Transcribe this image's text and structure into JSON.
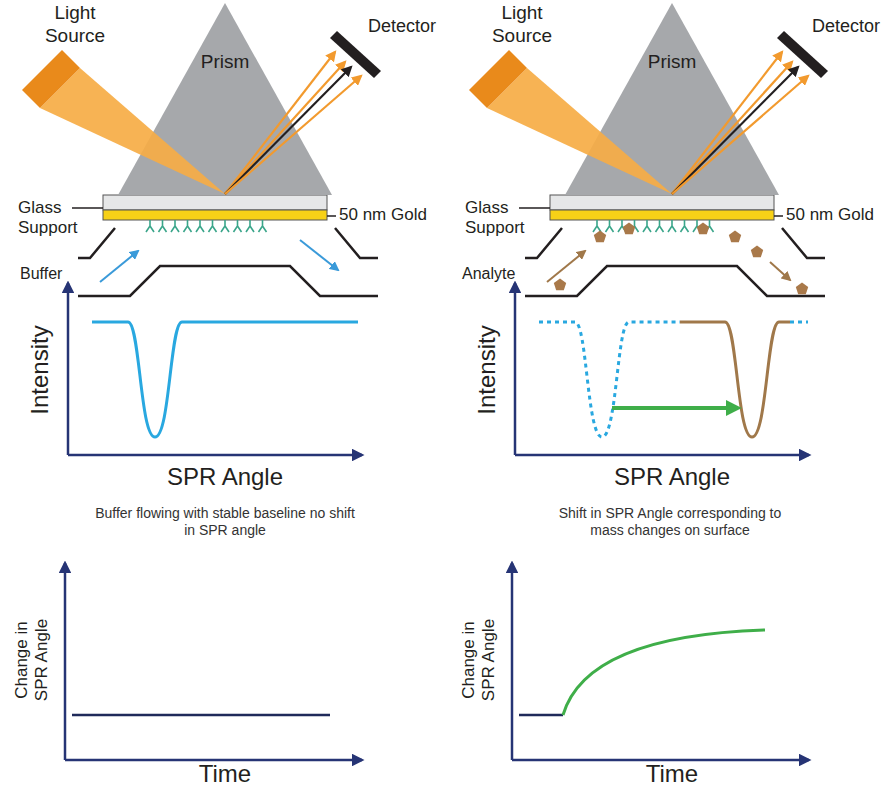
{
  "diagram": {
    "nodes": [
      {
        "text": [
          "Prism"
        ]
      },
      {
        "text": [
          "Prism"
        ]
      }
    ],
    "labels": [
      "Light Source",
      "Detector",
      "Glass Support",
      "50 nm Gold",
      "Buffer",
      "Intensity",
      "SPR Angle",
      "Buffer flowing with stable baseline no shift in SPR angle",
      "Change in SPR Angle",
      "Time",
      "Light Source",
      "Detector",
      "Glass Support",
      "50 nm Gold",
      "Analyte",
      "Intensity",
      "SPR Angle",
      "Shift in SPR Angle corresponding to mass changes on surface",
      "Change in SPR Angle",
      "Time"
    ]
  }
}
